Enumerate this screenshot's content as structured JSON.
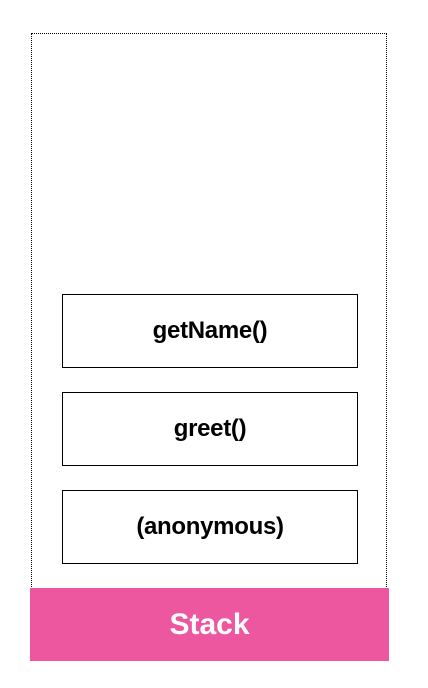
{
  "stack": {
    "frames": [
      {
        "label": "getName()"
      },
      {
        "label": "greet()"
      },
      {
        "label": "(anonymous)"
      }
    ],
    "base_label": "Stack",
    "colors": {
      "base": "#ec57a0",
      "base_text": "#ffffff",
      "frame_border": "#000000"
    }
  }
}
